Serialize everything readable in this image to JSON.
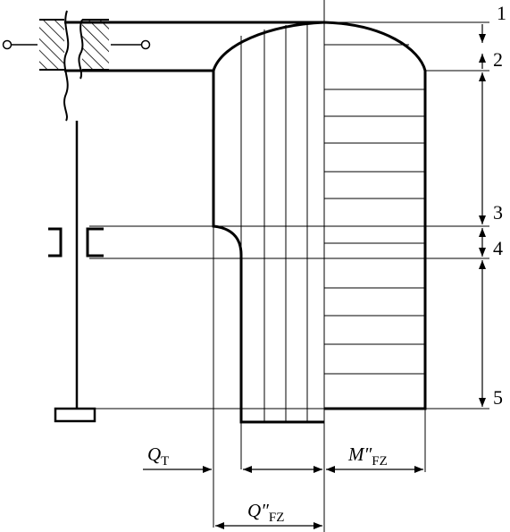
{
  "section_labels": [
    "1",
    "2",
    "3",
    "4",
    "5"
  ],
  "dimension_labels": {
    "q_t": {
      "symbol": "Q",
      "subscript": "T"
    },
    "q_fz": {
      "symbol": "Q″",
      "subscript": "FZ"
    },
    "m_fz": {
      "symbol": "M″",
      "subscript": "FZ"
    }
  },
  "colors": {
    "line": "#000000",
    "background": "#ffffff"
  }
}
